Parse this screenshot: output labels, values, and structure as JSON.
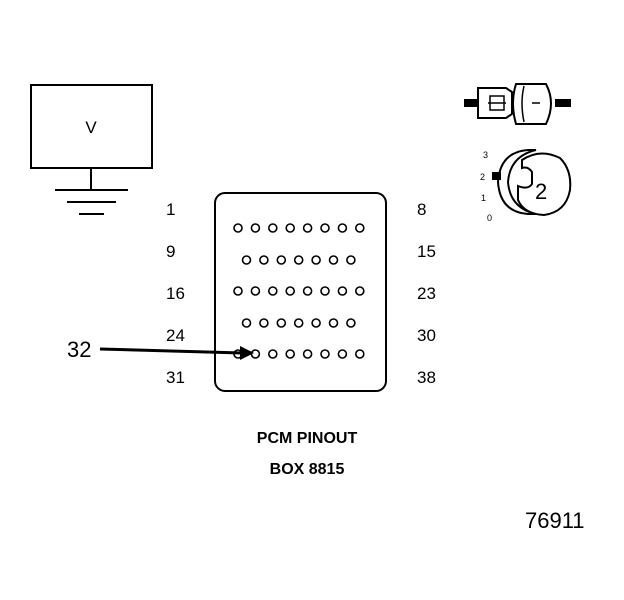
{
  "meter": {
    "label": "V"
  },
  "pinout_box": {
    "left_labels": [
      "1",
      "9",
      "16",
      "24",
      "31"
    ],
    "right_labels": [
      "8",
      "15",
      "23",
      "30",
      "38"
    ],
    "rows": [
      {
        "count": 8
      },
      {
        "count": 7
      },
      {
        "count": 8
      },
      {
        "count": 7
      },
      {
        "count": 8
      }
    ]
  },
  "pointer": {
    "label": "32"
  },
  "caption": {
    "line1": "PCM PINOUT",
    "line2": "BOX 8815"
  },
  "selector": {
    "value": "2",
    "scale": [
      "3",
      "2",
      "1",
      "0"
    ]
  },
  "figure_id": "76911"
}
